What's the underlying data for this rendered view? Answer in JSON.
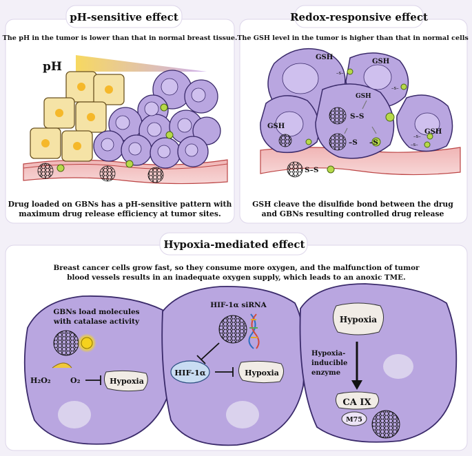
{
  "panels": {
    "ph": {
      "title": "pH-sensitive effect",
      "subtitle": "The pH in the tumor is lower than that in normal breast tissue.",
      "ph_label": "pH",
      "caption_line1": "Drug loaded on GBNs has a pH-sensitive pattern with",
      "caption_line2": "maximum drug release efficiency at tumor sites."
    },
    "redox": {
      "title": "Redox-responsive effect",
      "subtitle": "The GSH level in the tumor is higher than that in normal cells",
      "gsh_label": "GSH",
      "ss_label": "S–S",
      "s_label": "–S",
      "s_small": "–s–",
      "caption_line1": "GSH cleave the disulfide bond between the drug",
      "caption_line2": "and GBNs resulting controlled drug release"
    },
    "hypoxia": {
      "title": "Hypoxia-mediated effect",
      "intro_line1": "Breast cancer cells grow fast, so they consume more oxygen, and the malfunction of tumor",
      "intro_line2": "blood vessels results in an inadequate oxygen supply, which leads to an anoxic TME.",
      "cell1": {
        "label_line1": "GBNs load molecules",
        "label_line2": "with catalase activity",
        "h2o2": "H₂O₂",
        "o2": "O₂",
        "hypoxia": "Hypoxia"
      },
      "cell2": {
        "sirna": "HIF-1α siRNA",
        "hif": "HIF-1α",
        "hypoxia": "Hypoxia"
      },
      "cell3": {
        "hypoxia": "Hypoxia",
        "enzyme_line1": "Hypoxia-",
        "enzyme_line2": "inducible",
        "enzyme_line3": "enzyme",
        "ca9": "CA IX",
        "m75": "M75"
      }
    }
  },
  "colors": {
    "cell_fill": "#b9a6e0",
    "cell_stroke": "#3a2a6a",
    "vessel": "#e9a3a3",
    "healthy_cell": "#f5e3a6",
    "drug": "#b7d94a",
    "panel_bg": "#ffffff",
    "page_bg": "#f3f0f8"
  }
}
